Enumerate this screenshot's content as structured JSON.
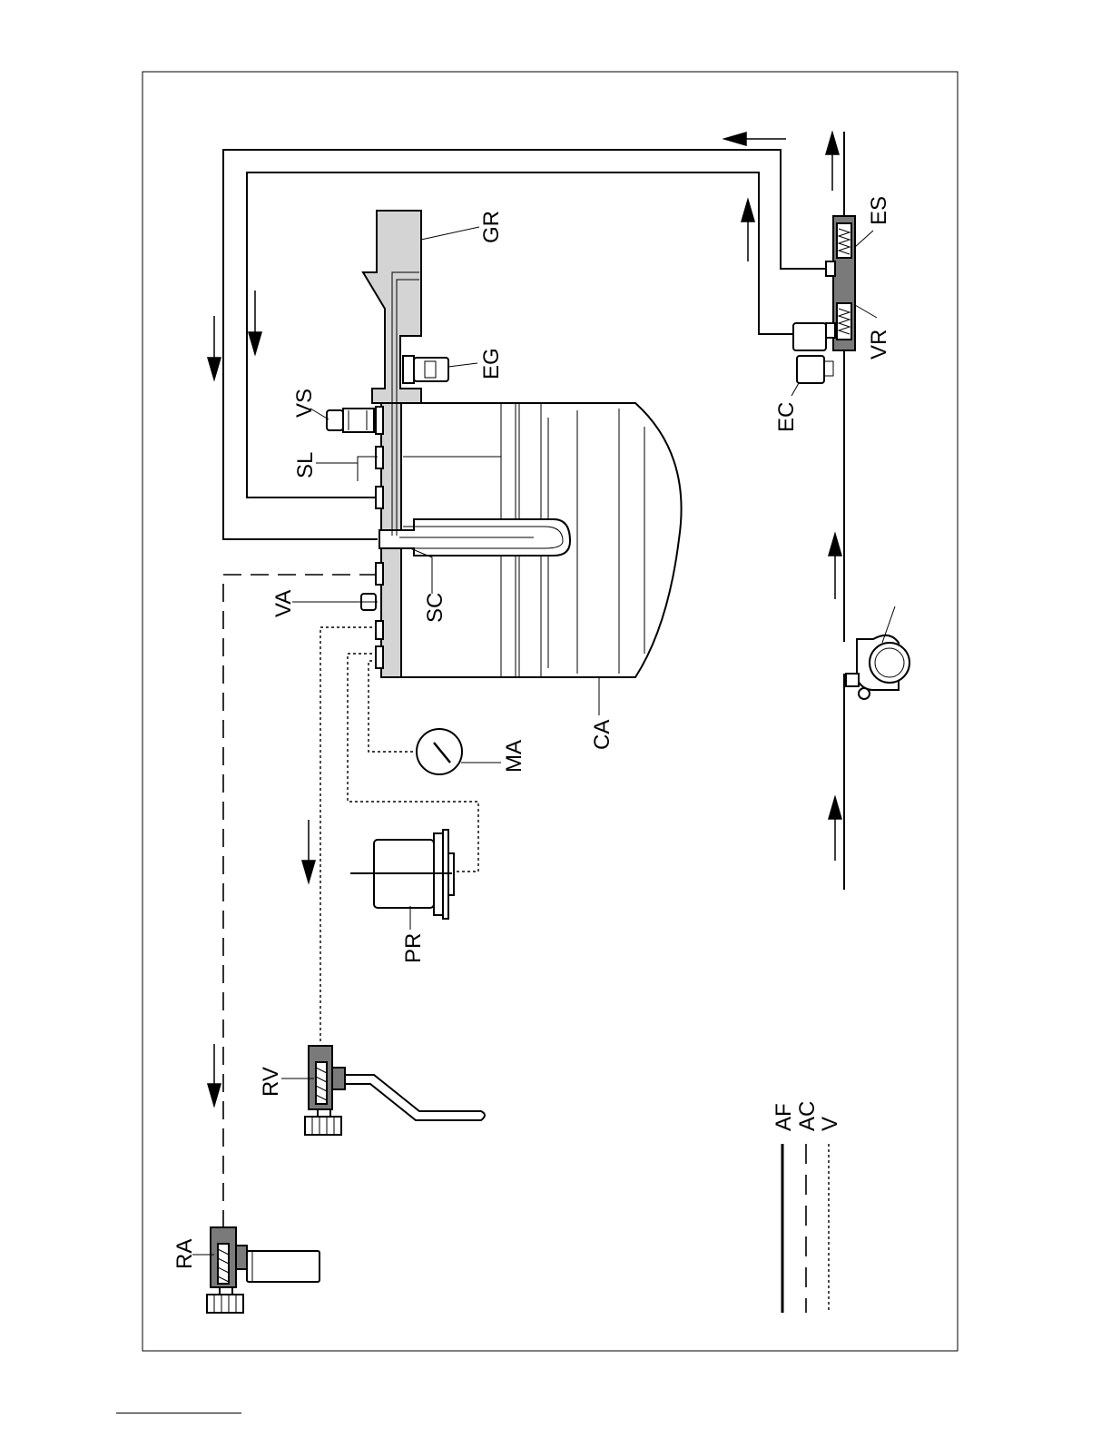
{
  "labels": {
    "GR": "GR",
    "EG": "EG",
    "VS": "VS",
    "SL": "SL",
    "VA": "VA",
    "SC": "SC",
    "CA": "CA",
    "MA": "MA",
    "PR": "PR",
    "RV": "RV",
    "RA": "RA",
    "ES": "ES",
    "VR": "VR",
    "EC": "EC"
  },
  "legend": [
    {
      "code": "AF",
      "line": "solid"
    },
    {
      "code": "AC",
      "line": "dashed"
    },
    {
      "code": "V",
      "line": "dotted"
    }
  ]
}
